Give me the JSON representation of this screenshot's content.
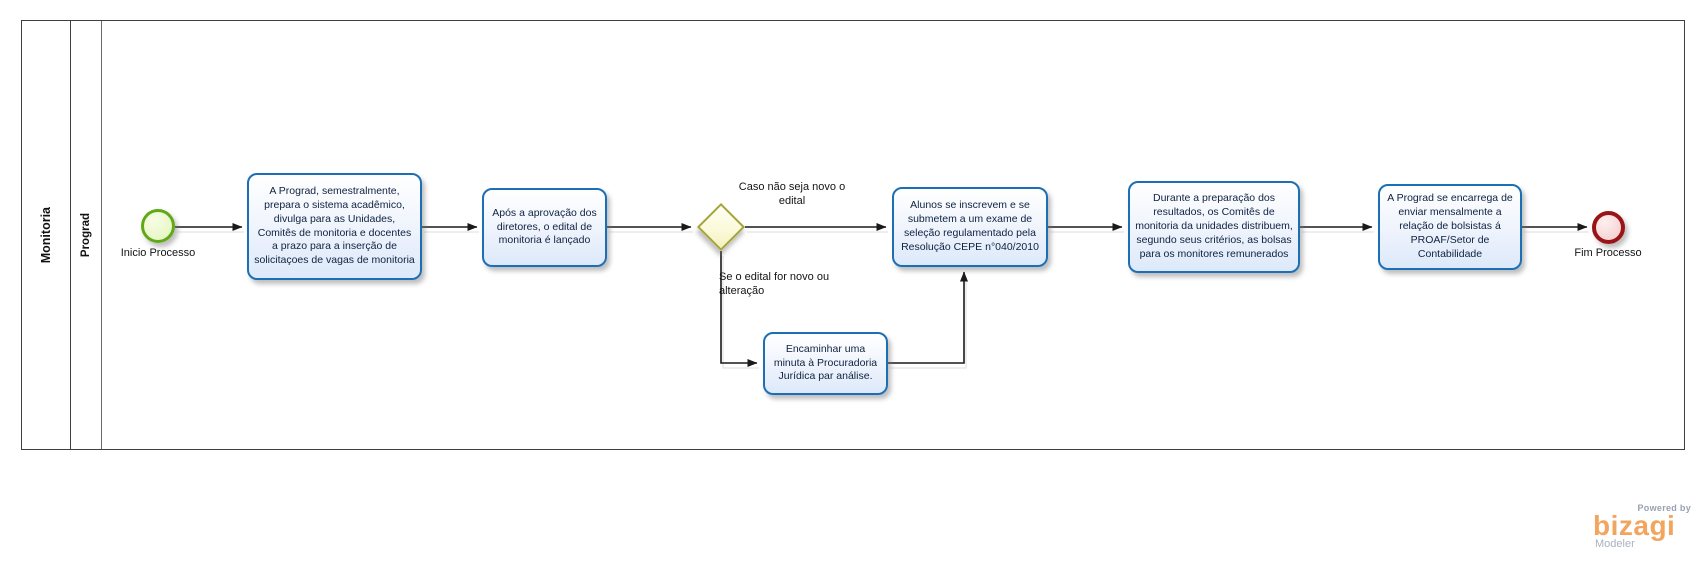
{
  "pool": {
    "name": "Monitoria"
  },
  "lane": {
    "name": "Prograd"
  },
  "start_event": {
    "label": "Inicio Processo"
  },
  "end_event": {
    "label": "Fim Processo"
  },
  "tasks": {
    "prepara_sistema": "A Prograd, semestralmente, prepara o sistema acadêmico, divulga para as Unidades, Comitês de monitoria e docentes a prazo para a inserção de solicitaçoes de vagas de monitoria",
    "edital_lancado": "Após a aprovação dos diretores, o edital de monitoria é lançado",
    "alunos_inscrevem": "Alunos se inscrevem e se submetem a um exame de seleção regulamentado pela Resolução CEPE n°040/2010",
    "distribuicao_bolsas": "Durante a preparação dos resultados, os Comitês de monitoria da unidades distribuem, segundo seus critérios, as bolsas para os monitores remunerados",
    "envio_relacao": "A Prograd se encarrega de enviar mensalmente a relação de bolsistas á PROAF/Setor de Contabilidade",
    "encaminhar_minuta": "Encaminhar uma minuta à Procuradoria Jurídica par análise."
  },
  "gateway": {
    "label_no": "Caso não seja novo o edital",
    "label_yes": "Se o edital for novo ou alteração"
  },
  "logo": {
    "powered_by": "Powered by",
    "brand": "bizagi",
    "product": "Modeler"
  },
  "colors": {
    "task_border": "#1d6fb5",
    "task_fill": "#e9f0fc",
    "gateway_border": "#a5a437",
    "gateway_fill": "#fbfad6",
    "start_border": "#61a918",
    "start_fill": "#edf9d4",
    "end_border": "#991417",
    "end_fill": "#f6d3d3",
    "brand_orange": "#f2a55e",
    "flow_line": "#1a1a1a"
  }
}
